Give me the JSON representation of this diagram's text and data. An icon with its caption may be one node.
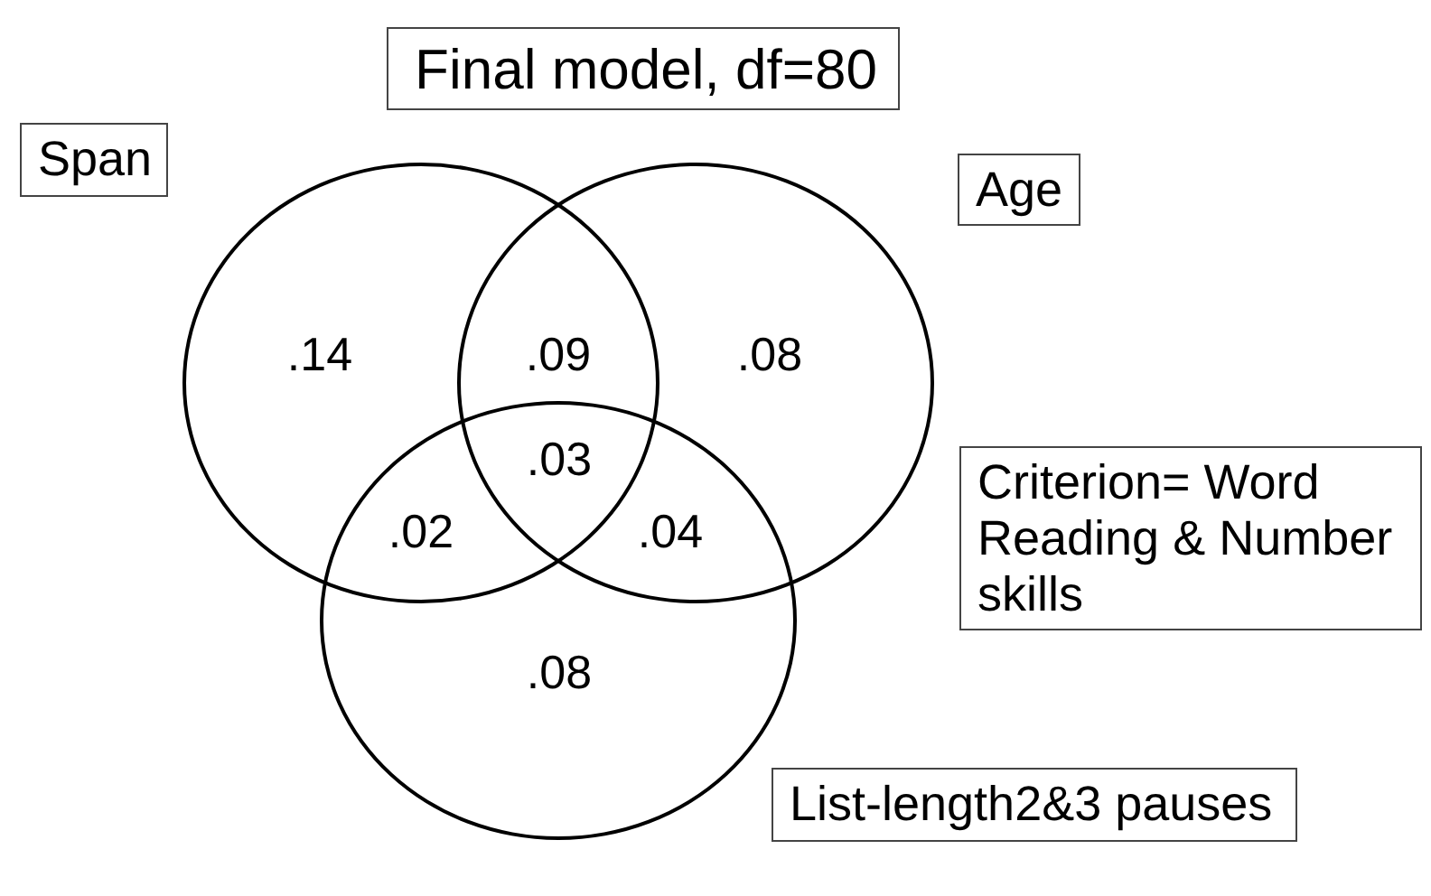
{
  "diagram": {
    "nodes": [
      {
        "text": [
          "Final model, df=80"
        ]
      },
      {
        "text": [
          "Span"
        ]
      },
      {
        "text": [
          "Age"
        ]
      },
      {
        "text": [],
        "shape": "circle"
      },
      {
        "text": [],
        "shape": "circle"
      },
      {
        "text": [],
        "shape": "circle"
      },
      {
        "text": [
          "Criterion= Word Reading & Number skills"
        ]
      },
      {
        "text": [
          "List-length2&3 pauses"
        ]
      }
    ],
    "labels": [
      ".14",
      ".09",
      ".08",
      ".03",
      ".02",
      ".04",
      ".08"
    ]
  }
}
